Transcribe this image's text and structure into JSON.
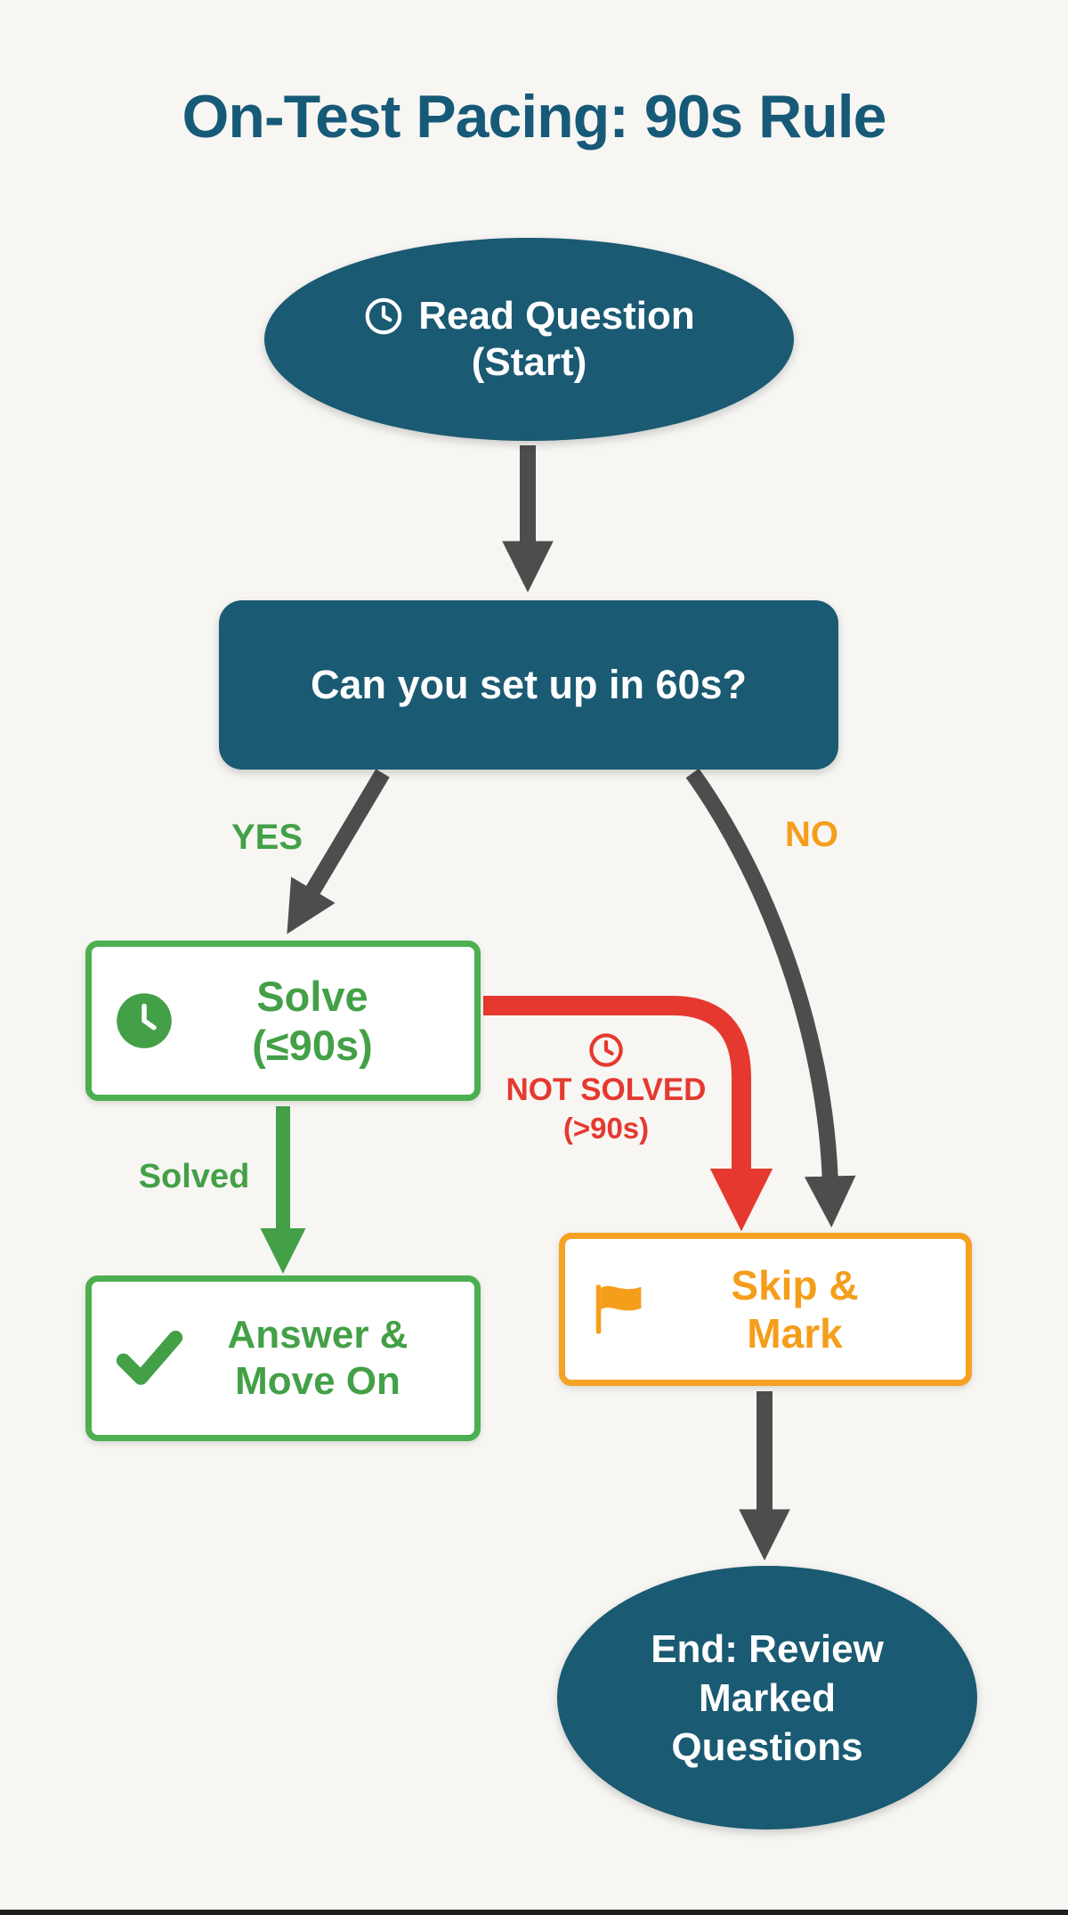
{
  "title": "On-Test Pacing: 90s Rule",
  "nodes": {
    "start": {
      "line1": "Read Question",
      "line2": "(Start)"
    },
    "decision": {
      "text": "Can you set up in 60s?"
    },
    "solve": {
      "line1": "Solve",
      "line2": "(≤90s)"
    },
    "answer": {
      "line1": "Answer &",
      "line2": "Move On"
    },
    "skip": {
      "line1": "Skip &",
      "line2": "Mark"
    },
    "end": {
      "line1": "End: Review",
      "line2": "Marked",
      "line3": "Questions"
    }
  },
  "edge_labels": {
    "yes": "YES",
    "no": "NO",
    "solved": "Solved",
    "not_solved": "NOT SOLVED",
    "not_solved_time": "(>90s)"
  },
  "icons": {
    "start_clock": "clock-icon",
    "solve_clock": "clock-icon",
    "not_solved_clock": "clock-icon",
    "answer_check": "checkmark-icon",
    "skip_flag": "flag-icon"
  },
  "colors": {
    "teal": "#1a5a72",
    "green": "#43a047",
    "green_border": "#4caf50",
    "orange": "#f59e1b",
    "red": "#e5392f",
    "arrow_gray": "#4d4d4d",
    "background": "#f7f6f3"
  }
}
